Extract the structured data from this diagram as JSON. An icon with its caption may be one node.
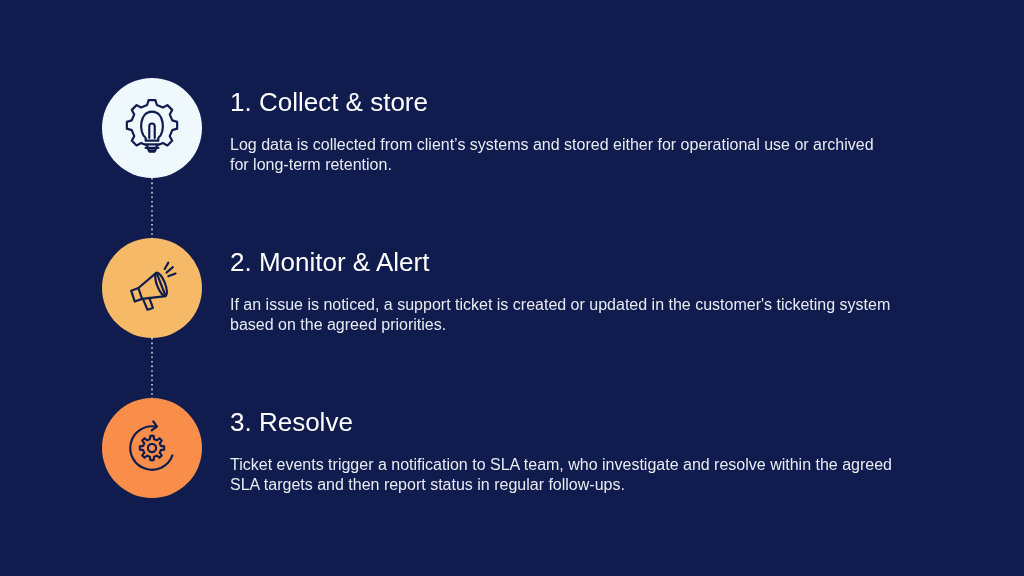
{
  "diagram": {
    "nodes": [
      {
        "text": [
          "1. Collect & store",
          "Log data is collected from client’s systems and stored either for operational use or archived for long-term retention."
        ]
      },
      {
        "text": [
          "2. Monitor & Alert",
          "If an issue is noticed, a support ticket is created or updated in the customer's ticketing system based on the agreed priorities."
        ]
      },
      {
        "text": [
          "3. Resolve",
          "Ticket events trigger a notification to SLA team, who investigate and resolve within the agreed SLA targets and then report status in regular follow-ups."
        ]
      }
    ],
    "edges": [
      {
        "from": 0,
        "to": 1,
        "arrow": "none",
        "style": "dashed"
      },
      {
        "from": 1,
        "to": 2,
        "arrow": "none",
        "style": "dashed"
      }
    ]
  }
}
